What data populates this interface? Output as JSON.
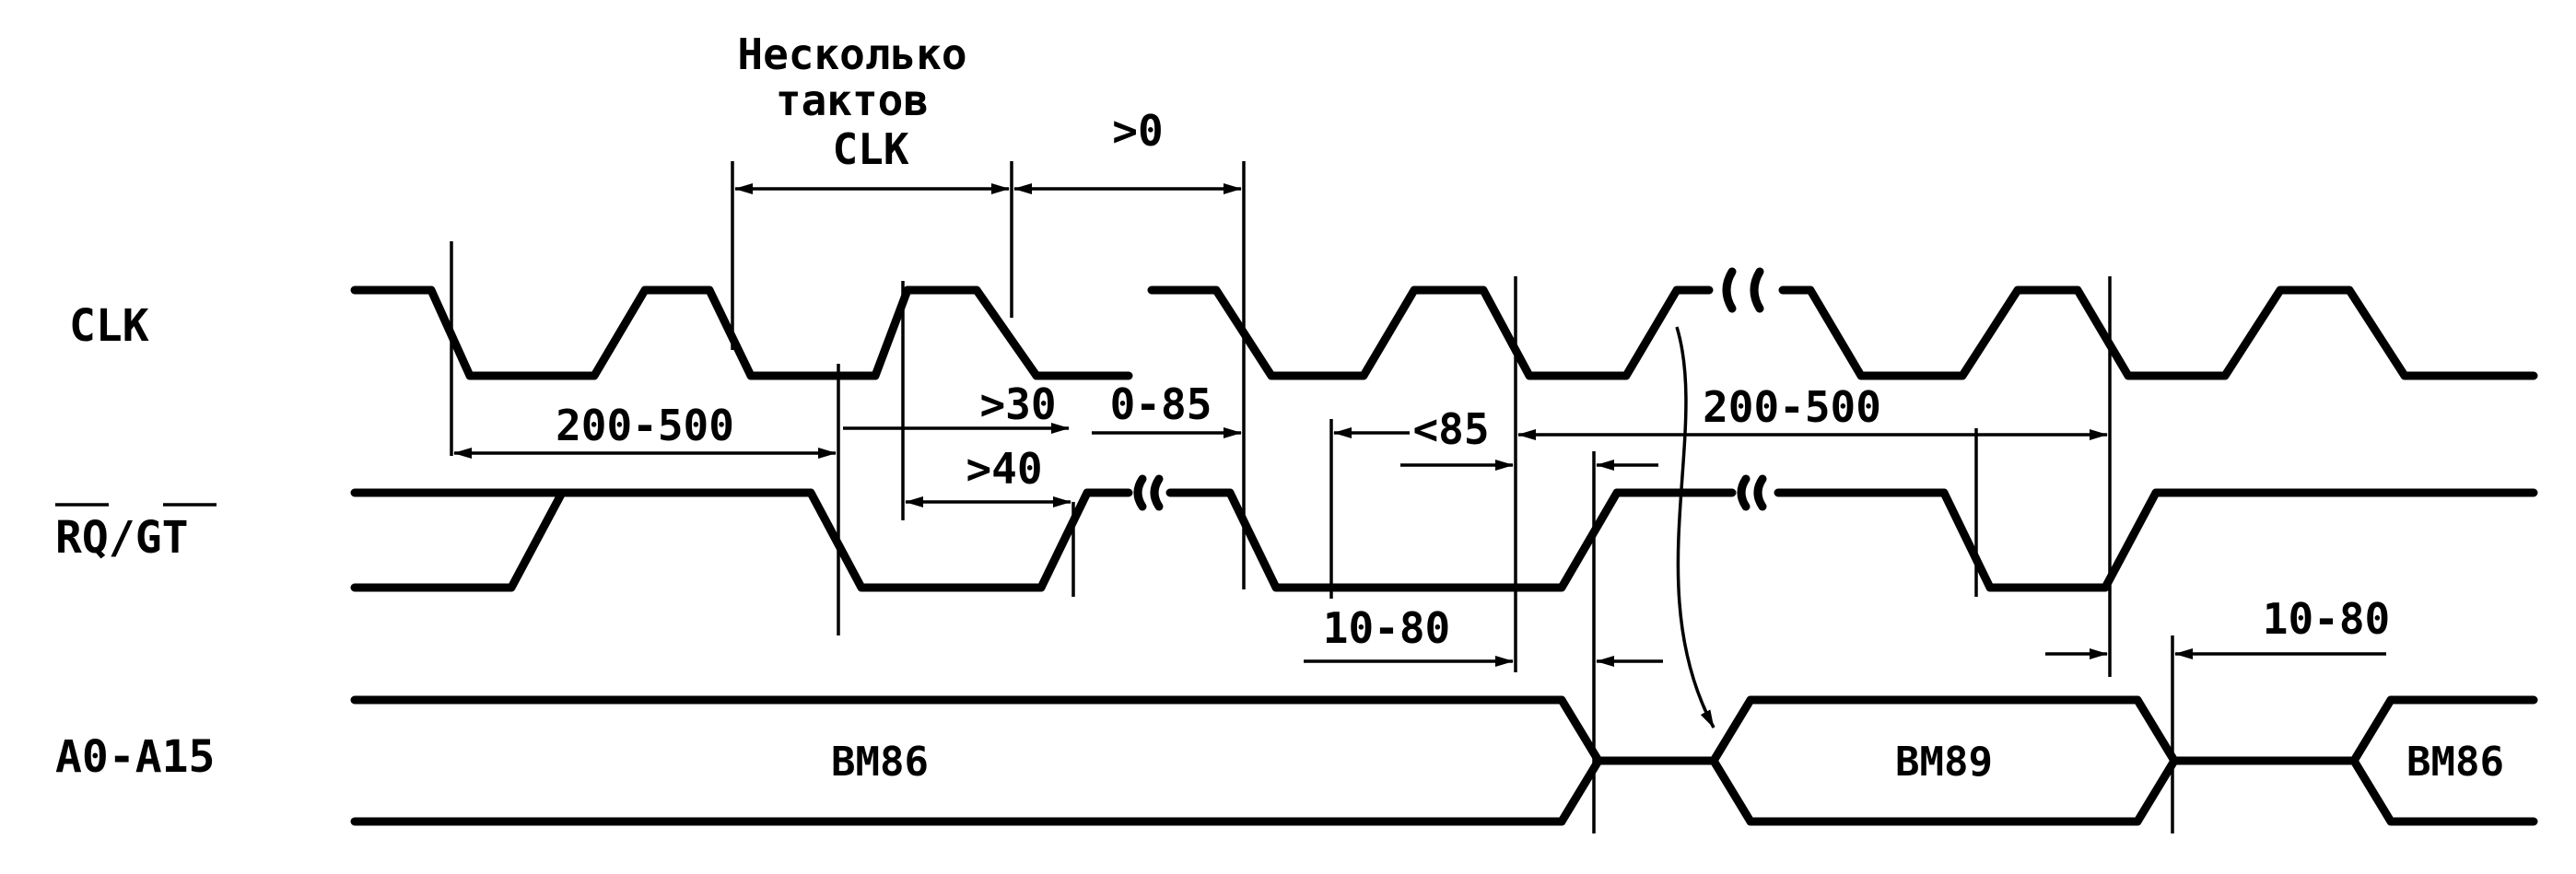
{
  "signals": {
    "clk": "CLK",
    "rqgt_rq": "RQ",
    "rqgt_slash": "/",
    "rqgt_gt": "GT",
    "bus": "A0-A15"
  },
  "header": {
    "line1": "Несколько",
    "line2": "тактов",
    "line3": "CLK",
    "gt0": ">0"
  },
  "timings": {
    "t200_500_a": "200-500",
    "t30": ">30",
    "t40": ">40",
    "t0_85": "0-85",
    "t85": "<85",
    "t200_500_b": "200-500",
    "t10_80_a": "10-80",
    "t10_80_b": "10-80"
  },
  "bus": {
    "seg1": "ВМ86",
    "seg2": "ВМ89",
    "seg3": "ВМ86"
  }
}
